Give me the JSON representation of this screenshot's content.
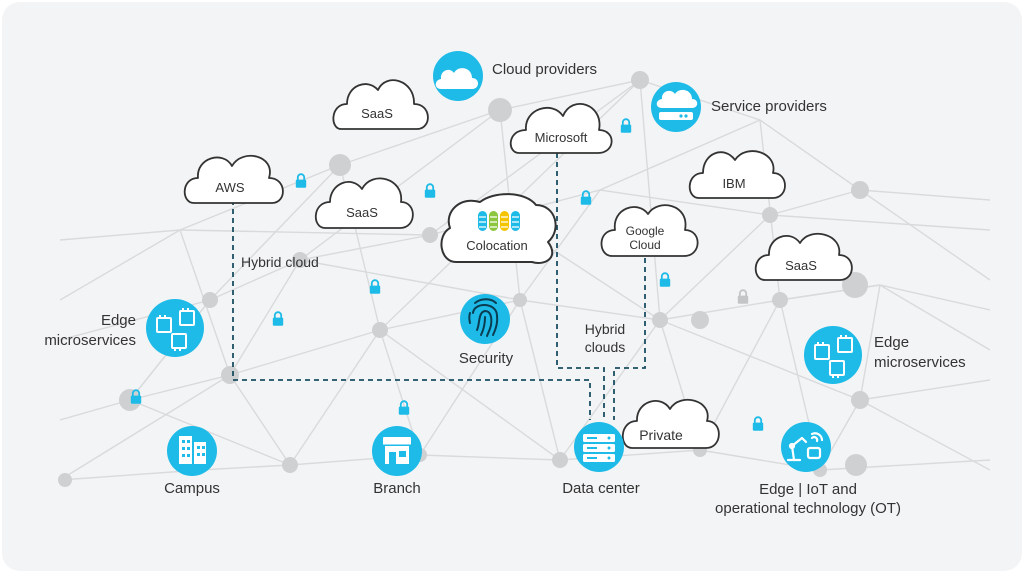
{
  "colors": {
    "panel": "#f3f4f5",
    "mesh": "#d9dadc",
    "node": "#cfd0d2",
    "accent": "#1ebbe8",
    "accent_dark": "#0a6d8c",
    "dashed": "#1a4f62",
    "lock_faded": "#c4c5c7",
    "text": "#333333"
  },
  "labels": {
    "cloud_providers": "Cloud providers",
    "service_providers": "Service providers",
    "saas_top": "SaaS",
    "microsoft": "Microsoft",
    "aws": "AWS",
    "saas_mid": "SaaS",
    "ibm": "IBM",
    "colocation": "Colocation",
    "google_line1": "Google",
    "google_line2": "Cloud",
    "saas_right": "SaaS",
    "hybrid_cloud": "Hybrid cloud",
    "edge_left_line1": "Edge",
    "edge_left_line2": "microservices",
    "security": "Security",
    "hybrid_clouds_line1": "Hybrid",
    "hybrid_clouds_line2": "clouds",
    "edge_right_line1": "Edge",
    "edge_right_line2": "microservices",
    "private": "Private",
    "campus": "Campus",
    "branch": "Branch",
    "data_center": "Data center",
    "edge_iot_line1": "Edge | IoT and",
    "edge_iot_line2": "operational technology (OT)"
  },
  "icons": {
    "cloud_providers": "cloud-icon",
    "service_providers": "cloud-server-icon",
    "colocation": "colocation-servers-icon",
    "security": "fingerprint-icon",
    "edge_left": "microservices-chip-icon",
    "edge_right": "microservices-chip-icon",
    "campus": "campus-buildings-icon",
    "branch": "branch-storefront-icon",
    "data_center": "server-rack-icon",
    "edge_iot": "iot-robot-arm-icon",
    "lock": "lock-icon"
  }
}
